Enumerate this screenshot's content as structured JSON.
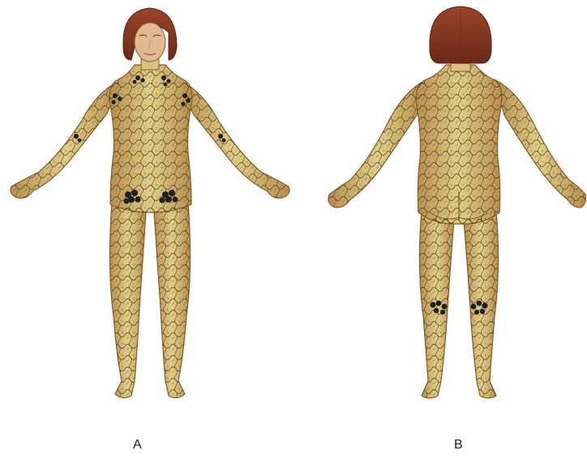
{
  "panels": [
    {
      "label": "A",
      "view": "front"
    },
    {
      "label": "B",
      "view": "back"
    }
  ],
  "colors": {
    "skin": "#d8c27a",
    "skin_shadow": "#b48a4a",
    "outline": "#8a5a2a",
    "vessels": "#3a3a1e",
    "hair": "#8a3a22",
    "hair_dark": "#6a2a18",
    "nodes": "#1e1e1e",
    "face": "#e0b990"
  }
}
